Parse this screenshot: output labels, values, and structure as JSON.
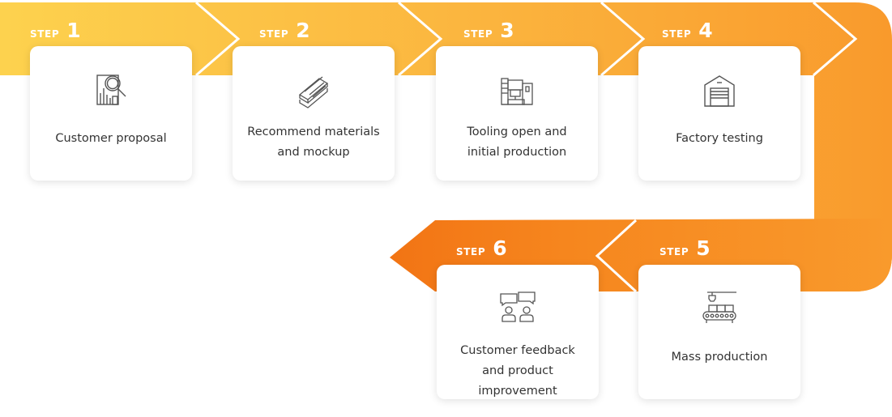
{
  "steps": [
    {
      "step_word": "STEP",
      "number": "1",
      "lines": [
        "Customer proposal"
      ],
      "icon": "market-analysis-icon"
    },
    {
      "step_word": "STEP",
      "number": "2",
      "lines": [
        "Recommend materials",
        "and mockup"
      ],
      "icon": "material-stack-icon"
    },
    {
      "step_word": "STEP",
      "number": "3",
      "lines": [
        "Tooling open and",
        "initial production"
      ],
      "icon": "machine-tooling-icon"
    },
    {
      "step_word": "STEP",
      "number": "4",
      "lines": [
        "Factory testing"
      ],
      "icon": "warehouse-icon"
    },
    {
      "step_word": "STEP",
      "number": "5",
      "lines": [
        "Mass production"
      ],
      "icon": "conveyor-belt-icon"
    },
    {
      "step_word": "STEP",
      "number": "6",
      "lines": [
        "Customer feedback",
        "and product improvement"
      ],
      "icon": "feedback-discussion-icon"
    }
  ],
  "colors": {
    "ribbon_start": "#FDD24E",
    "ribbon_mid": "#FBAE3A",
    "ribbon_end": "#F98A24",
    "arrow_dark": "#F27414",
    "card_text": "#333333",
    "icon_stroke": "#555555"
  }
}
